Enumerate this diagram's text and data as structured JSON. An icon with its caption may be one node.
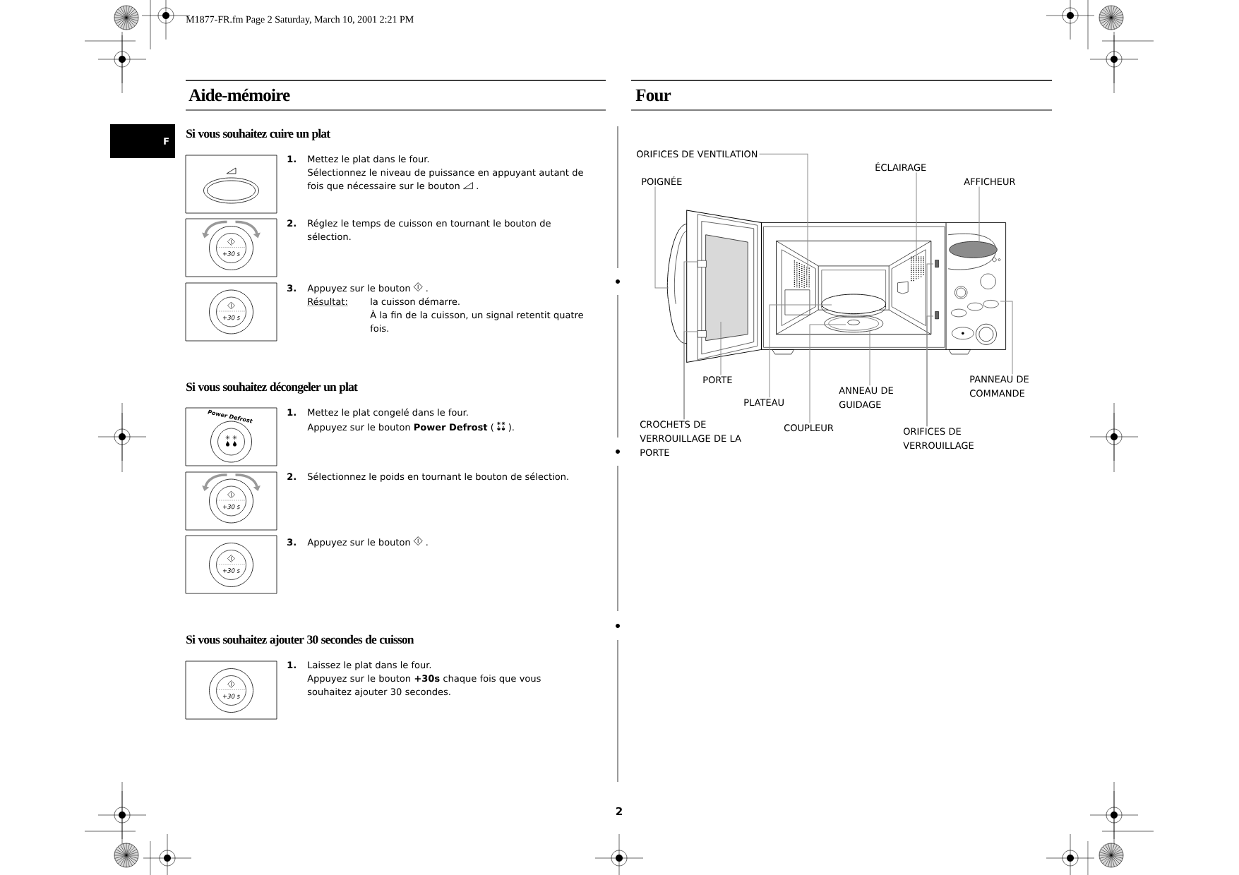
{
  "diagram": {
    "nodes": [
      {
        "text": [
          "F"
        ]
      },
      {
        "text": [
          "ORIFICES DE VENTILATION"
        ]
      },
      {
        "text": [
          "ÉCLAIRAGE"
        ]
      },
      {
        "text": [
          "POIGNÉE"
        ]
      },
      {
        "text": [
          "AFFICHEUR"
        ]
      },
      {
        "text": [
          "PANNEAU DE COMMANDE"
        ]
      },
      {
        "text": [
          "PORTE"
        ]
      },
      {
        "text": [
          "ANNEAU DE GUIDAGE"
        ]
      },
      {
        "text": [
          "PLATEAU"
        ]
      },
      {
        "text": [
          "CROCHETS DE VERROUILLAGE DE LA PORTE"
        ]
      },
      {
        "text": [
          "COUPLEUR"
        ]
      },
      {
        "text": [
          "ORIFICES DE VERROUILLAGE"
        ]
      },
      {
        "text": [],
        "shape": "picture"
      }
    ],
    "edges": [
      {
        "from": 1,
        "to": 12,
        "arrow": "none"
      },
      {
        "from": 2,
        "to": 12,
        "arrow": "none"
      },
      {
        "from": 3,
        "to": 12,
        "arrow": "none"
      },
      {
        "from": 4,
        "to": 12,
        "arrow": "none"
      },
      {
        "from": 5,
        "to": 12,
        "arrow": "none"
      },
      {
        "from": 6,
        "to": 12,
        "arrow": "none"
      },
      {
        "from": 7,
        "to": 12,
        "arrow": "none"
      },
      {
        "from": 8,
        "to": 12,
        "arrow": "none"
      },
      {
        "from": 9,
        "to": 12,
        "arrow": "none"
      },
      {
        "from": 9,
        "to": 12,
        "arrow": "none"
      },
      {
        "from": 10,
        "to": 12,
        "arrow": "none"
      },
      {
        "from": 11,
        "to": 12,
        "arrow": "none"
      },
      {
        "from": 11,
        "to": 12,
        "arrow": "none"
      }
    ],
    "labels": [
      "M1877-FR.fm Page 2 Saturday, March 10, 2001 2:21 PM",
      "Aide-mémoire",
      "Four",
      "Si vous souhaitez cuire un plat",
      "1.",
      "Mettez le plat dans le four.",
      "Sélectionnez le niveau de puissance en appuyant autant de fois que nécessaire sur le bouton",
      ".",
      "+30 s",
      "2.",
      "Réglez le temps de cuisson en tournant le bouton de sélection.",
      "+30 s",
      "3.",
      "Appuyez sur le bouton",
      ".",
      "Résultat:",
      "la cuisson démarre.",
      "À la fin de la cuisson, un signal retentit quatre fois.",
      "Si vous souhaitez décongeler un plat",
      "Power Defrost",
      "1.",
      "Mettez le plat congelé dans le four.",
      "Appuyez sur le bouton **Power Defrost** (",
      ").",
      "+30 s",
      "2.",
      "Sélectionnez le poids en tournant le bouton de sélection.",
      "+30 s",
      "3.",
      "Appuyez sur le bouton",
      ".",
      "Si vous souhaitez ajouter 30 secondes de cuisson",
      "+30 s",
      "1.",
      "Laissez le plat dans le four.",
      "Appuyez sur le bouton **+30s** chaque fois que vous souhaitez ajouter 30 secondes.",
      "2"
    ]
  }
}
